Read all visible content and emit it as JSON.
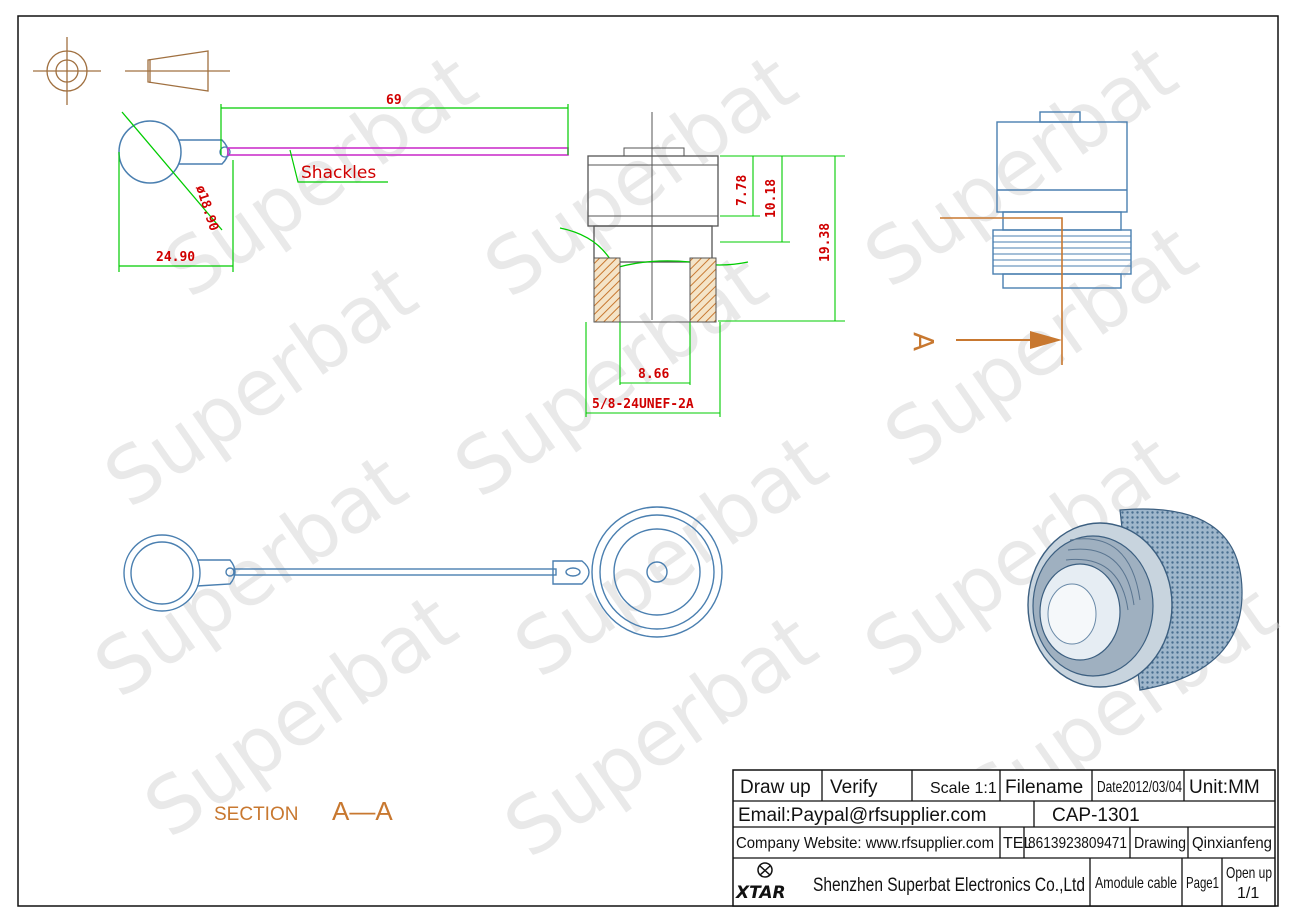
{
  "watermark": "Superbat",
  "dimensions": {
    "shackle_length": "69",
    "ring_diameter": "ø18.90",
    "ring_width": "24.90",
    "h1": "7.78",
    "h2": "10.18",
    "h3": "19.38",
    "inner_dia": "8.66",
    "thread": "5/8-24UNEF-2A"
  },
  "labels": {
    "shackles": "Shackles",
    "section_arrow": "A",
    "section_title": "SECTION",
    "section_id": "A—A"
  },
  "title_block": {
    "draw_up": "Draw up",
    "verify": "Verify",
    "scale": "Scale 1:1",
    "filename": "Filename",
    "date": "Date2012/03/04",
    "unit": "Unit:MM",
    "email": "Email:Paypal@rfsupplier.com",
    "part_no": "CAP-1301",
    "website": "Company Website:  www.rfsupplier.com",
    "tel_label": "TEL",
    "tel": "8613923809471",
    "drawing": "Drawing",
    "drawer": "Qinxianfeng",
    "logo_text": "XTAR",
    "company": "Shenzhen Superbat Electronics Co.,Ltd",
    "product": "Amodule cable",
    "page": "Page1",
    "open_up": "Open up",
    "open_up_count": "1/1"
  },
  "colors": {
    "outline": "#4a7fb0",
    "dimension": "#00cc00",
    "dim_text": "#d00000",
    "hatch": "#c87830",
    "shackle": "#cc33cc",
    "section": "#c87830"
  }
}
